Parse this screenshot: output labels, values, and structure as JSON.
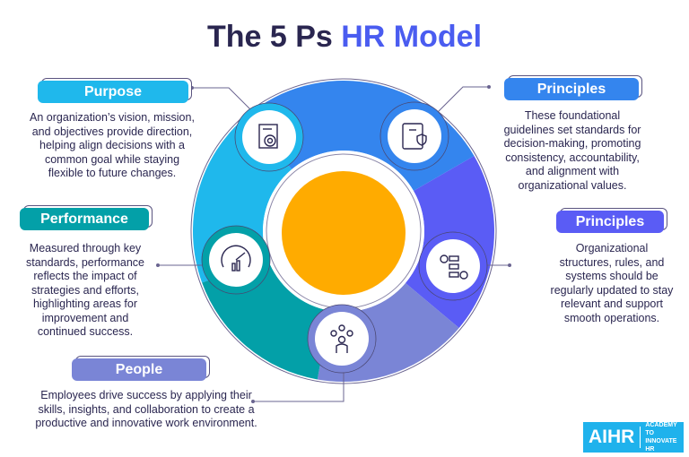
{
  "title": {
    "main": "The 5 Ps",
    "accent": "HR Model"
  },
  "sections": [
    {
      "label": "Purpose",
      "text": "An organization’s vision, mission, and objectives provide direction, helping align decisions with a common goal while staying flexible to future changes.",
      "color": "#1fb8ec",
      "icon": "document-target-icon"
    },
    {
      "label": "Principles",
      "text": "These foundational guidelines set standards for decision-making, promoting consistency, accountability, and alignment with organizational values.",
      "color": "#3485ee",
      "icon": "book-shield-icon"
    },
    {
      "label": "Principles",
      "text": "Organizational structures, rules, and systems should be regularly updated to stay relevant and support smooth operations.",
      "color": "#5a5cf5",
      "icon": "process-flow-icon"
    },
    {
      "label": "Performance",
      "text": "Measured through key standards, performance reflects the impact of strategies and efforts, highlighting areas for improvement and continued success.",
      "color": "#03a0a8",
      "icon": "gauge-chart-icon"
    },
    {
      "label": "People",
      "text": "Employees drive success by applying their skills, insights, and collaboration to create a productive and innovative work environment.",
      "color": "#7a85d6",
      "icon": "people-group-icon"
    }
  ],
  "logo": {
    "name": "AIHR",
    "tagline1": "ACADEMY TO",
    "tagline2": "INNOVATE HR"
  }
}
